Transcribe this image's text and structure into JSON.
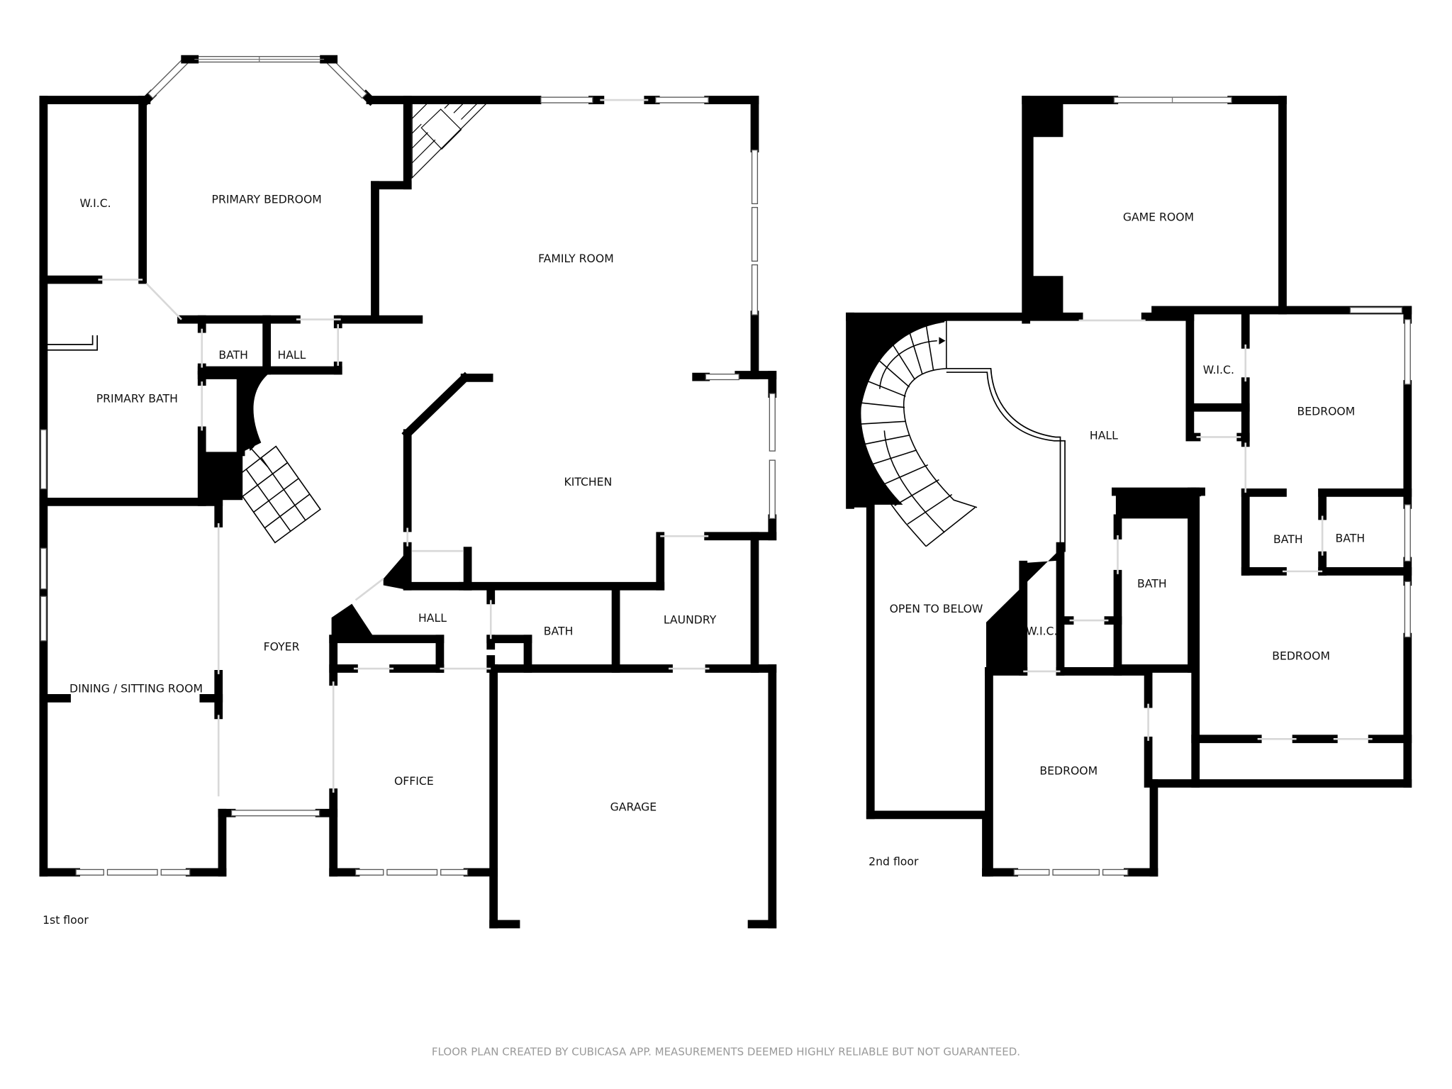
{
  "floors": [
    {
      "label": "1st floor",
      "rooms": [
        {
          "name": "W.I.C."
        },
        {
          "name": "PRIMARY BEDROOM"
        },
        {
          "name": "FAMILY ROOM"
        },
        {
          "name": "BATH"
        },
        {
          "name": "HALL"
        },
        {
          "name": "PRIMARY BATH"
        },
        {
          "name": "KITCHEN"
        },
        {
          "name": "HALL"
        },
        {
          "name": "BATH"
        },
        {
          "name": "LAUNDRY"
        },
        {
          "name": "FOYER"
        },
        {
          "name": "DINING / SITTING ROOM"
        },
        {
          "name": "OFFICE"
        },
        {
          "name": "GARAGE"
        }
      ]
    },
    {
      "label": "2nd floor",
      "rooms": [
        {
          "name": "GAME ROOM"
        },
        {
          "name": "W.I.C."
        },
        {
          "name": "BEDROOM"
        },
        {
          "name": "HALL"
        },
        {
          "name": "BATH"
        },
        {
          "name": "BATH"
        },
        {
          "name": "BATH"
        },
        {
          "name": "OPEN TO BELOW"
        },
        {
          "name": "W.I.C."
        },
        {
          "name": "BEDROOM"
        },
        {
          "name": "BEDROOM"
        }
      ]
    }
  ],
  "footer": {
    "disclaimer": "FLOOR PLAN CREATED BY CUBICASA APP. MEASUREMENTS DEEMED HIGHLY RELIABLE BUT NOT GUARANTEED."
  },
  "colors": {
    "wall": "#000000",
    "background": "#ffffff",
    "footer_text": "#9a9a9a"
  }
}
